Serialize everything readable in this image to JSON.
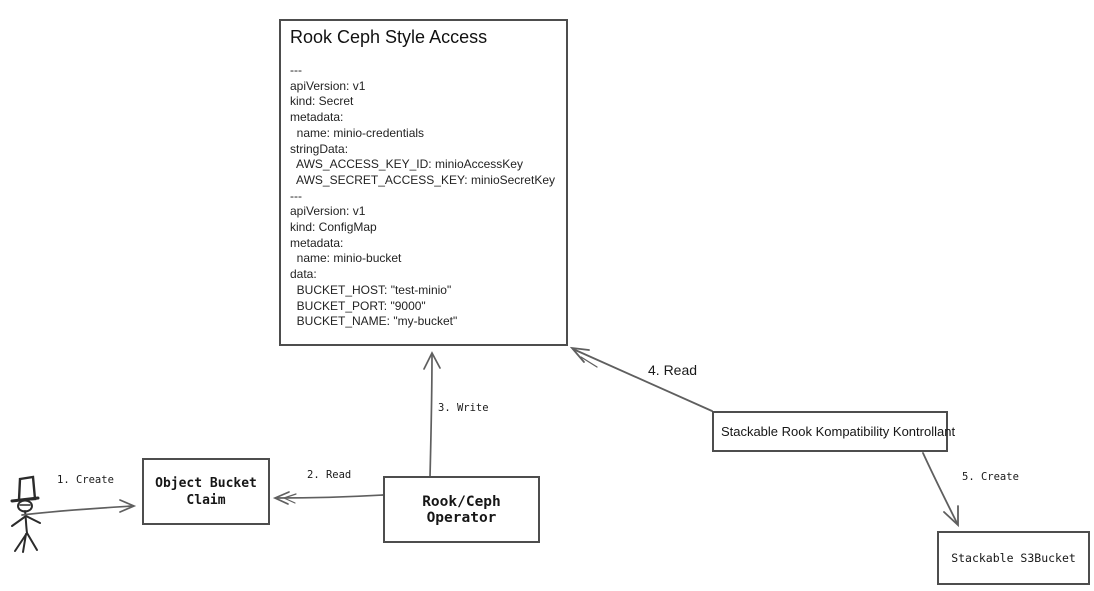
{
  "spec_box": {
    "title": "Rook Ceph Style Access",
    "yaml_lines": [
      "---",
      "apiVersion: v1",
      "kind: Secret",
      "metadata:",
      "  name: minio-credentials",
      "stringData:",
      "  AWS_ACCESS_KEY_ID: minioAccessKey",
      "  AWS_SECRET_ACCESS_KEY: minioSecretKey",
      "---",
      "apiVersion: v1",
      "kind: ConfigMap",
      "metadata:",
      "  name: minio-bucket",
      "data:",
      "  BUCKET_HOST: \"test-minio\"",
      "  BUCKET_PORT: \"9000\"",
      "  BUCKET_NAME: \"my-bucket\""
    ]
  },
  "nodes": {
    "object_bucket_claim": {
      "label": [
        "Object Bucket",
        "Claim"
      ]
    },
    "rook_ceph_operator": {
      "label": "Rook/Ceph Operator"
    },
    "stackable_kontrollant": {
      "label": "Stackable Rook Kompatibility Kontrollant"
    },
    "stackable_s3bucket": {
      "label": "Stackable S3Bucket"
    }
  },
  "actor": {
    "name": "user"
  },
  "edges": [
    {
      "label": "1. Create",
      "from": "user",
      "to": "object_bucket_claim"
    },
    {
      "label": "2. Read",
      "from": "rook_ceph_operator",
      "to": "object_bucket_claim"
    },
    {
      "label": "3. Write",
      "from": "rook_ceph_operator",
      "to": "spec_box"
    },
    {
      "label": "4. Read",
      "from": "stackable_kontrollant",
      "to": "spec_box"
    },
    {
      "label": "5. Create",
      "from": "stackable_kontrollant",
      "to": "stackable_s3bucket"
    }
  ],
  "colors": {
    "ink": "#4d4d4d",
    "arrow": "#5f5f5f",
    "text": "#1d1d1d",
    "background": "#ffffff"
  }
}
